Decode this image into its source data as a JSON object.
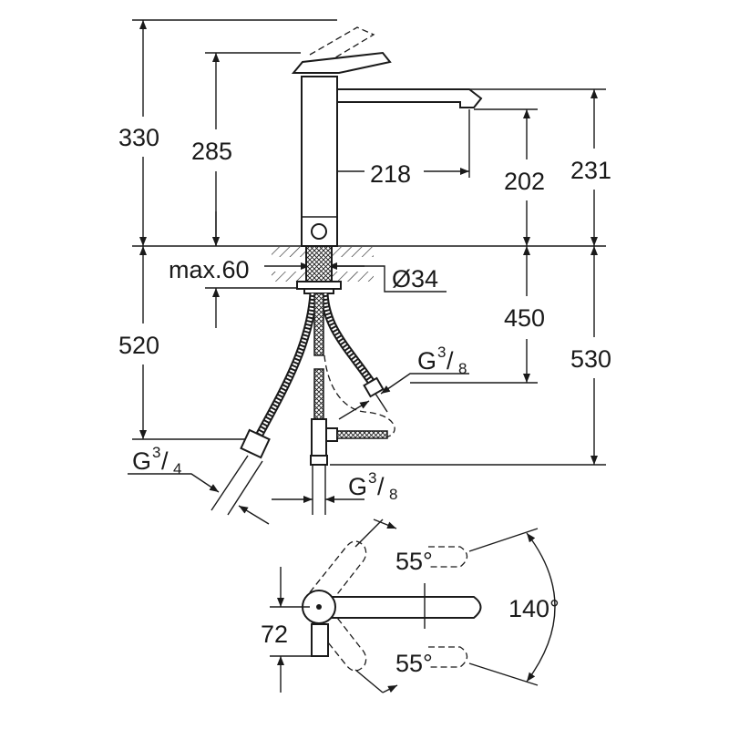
{
  "drawing": {
    "side_view": {
      "total_height": "330",
      "body_height": "285",
      "spout_reach": "218",
      "spout_clearance": "202",
      "spout_height": "231",
      "max_counter_thickness": "max.60",
      "hole_diameter": "Ø34",
      "hose_length_upper": "450",
      "hose_length_total": "530",
      "hose_length_left": "520",
      "connection_right": {
        "main": "G",
        "num": "3",
        "den": "8"
      },
      "connection_left": {
        "main": "G",
        "num": "3",
        "den": "4"
      },
      "connection_bottom": {
        "main": "G",
        "num": "3",
        "den": "8"
      }
    },
    "top_view": {
      "angle_upper": "55°",
      "angle_lower": "55°",
      "angle_total": "140°",
      "lever_offset": "72"
    }
  }
}
